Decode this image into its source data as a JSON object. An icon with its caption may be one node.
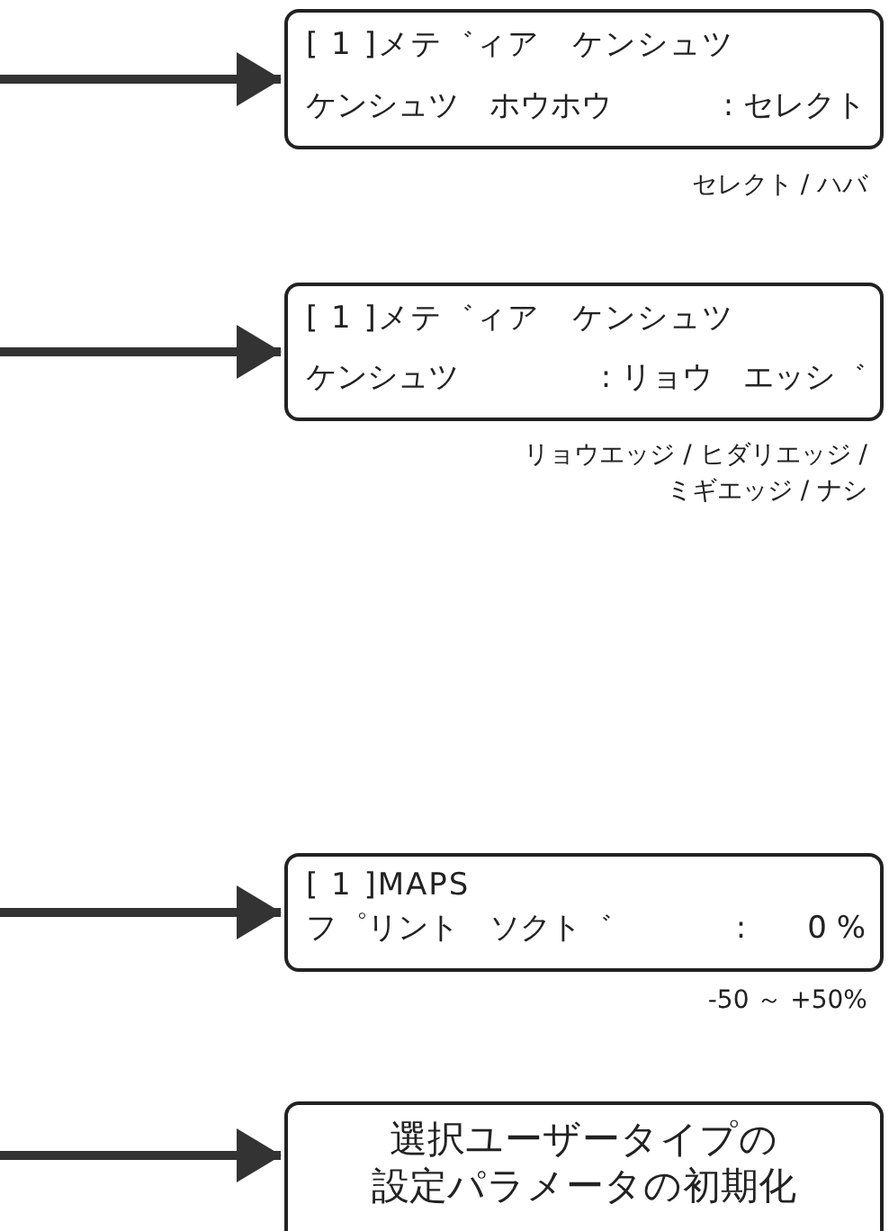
{
  "diagram": {
    "nodes": [
      {
        "text": [
          "[ 1 ]メテ゛ィア　ケンシュツ",
          "ケンシュツ　ホウホウ",
          ": セレクト"
        ],
        "beside": [
          "セレクト / ハバ"
        ]
      },
      {
        "text": [
          "[ 1 ]メテ゛ィア　ケンシュツ",
          "ケンシュツ",
          ": リョウ　エッシ゛"
        ],
        "beside": [
          "リョウエッジ / ヒダリエッジ / ミギエッジ / ナシ"
        ]
      },
      {
        "text": [
          "[ 1 ]MAPS",
          "フ゜リント　ソクト゛",
          ":　　0 %"
        ],
        "beside": [
          "-50 ～ +50%"
        ]
      },
      {
        "text": [
          "選択ユーザータイプの設定パラメータの初期化"
        ]
      }
    ],
    "edges": [
      {
        "from": null,
        "to": 0,
        "arrow": "to"
      },
      {
        "from": null,
        "to": 1,
        "arrow": "to"
      },
      {
        "from": null,
        "to": 2,
        "arrow": "to"
      },
      {
        "from": null,
        "to": 3,
        "arrow": "to"
      }
    ]
  }
}
